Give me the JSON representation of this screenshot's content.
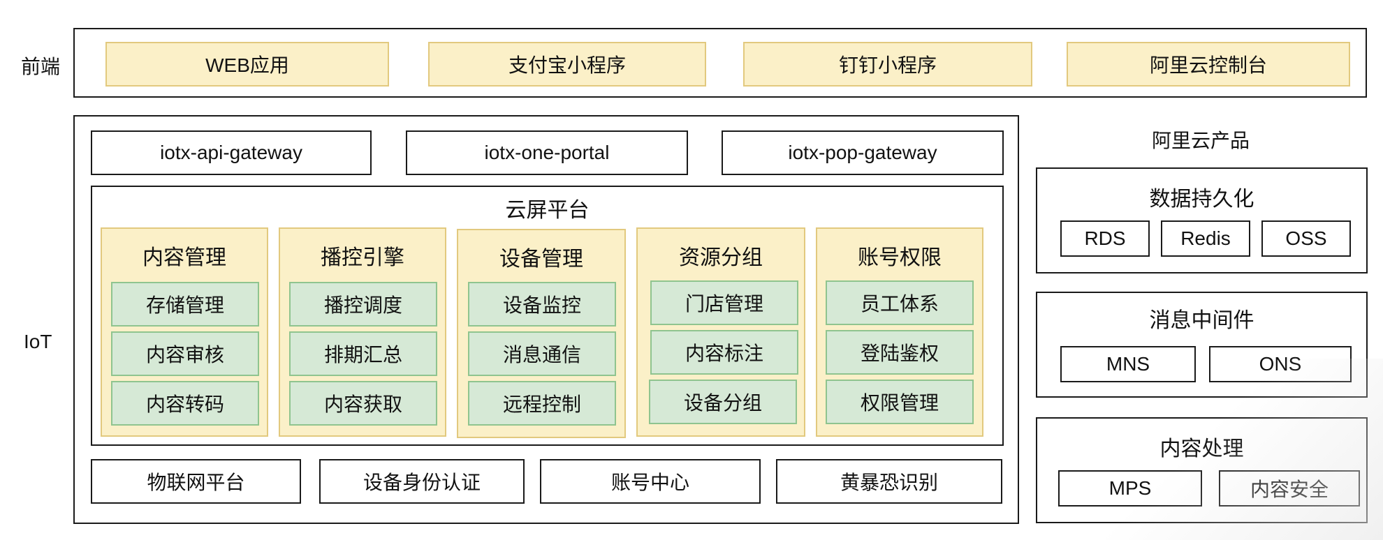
{
  "frontend": {
    "label": "前端",
    "items": [
      "WEB应用",
      "支付宝小程序",
      "钉钉小程序",
      "阿里云控制台"
    ]
  },
  "iot": {
    "label": "IoT",
    "gateways": [
      "iotx-api-gateway",
      "iotx-one-portal",
      "iotx-pop-gateway"
    ],
    "platform": {
      "title": "云屏平台",
      "modules": [
        {
          "title": "内容管理",
          "items": [
            "存储管理",
            "内容审核",
            "内容转码"
          ]
        },
        {
          "title": "播控引擎",
          "items": [
            "播控调度",
            "排期汇总",
            "内容获取"
          ]
        },
        {
          "title": "设备管理",
          "items": [
            "设备监控",
            "消息通信",
            "远程控制"
          ]
        },
        {
          "title": "资源分组",
          "items": [
            "门店管理",
            "内容标注",
            "设备分组"
          ]
        },
        {
          "title": "账号权限",
          "items": [
            "员工体系",
            "登陆鉴权",
            "权限管理"
          ]
        }
      ]
    },
    "base_services": [
      "物联网平台",
      "设备身份认证",
      "账号中心",
      "黄暴恐识别"
    ]
  },
  "aliyun": {
    "label": "阿里云产品",
    "groups": [
      {
        "title": "数据持久化",
        "items": [
          "RDS",
          "Redis",
          "OSS"
        ]
      },
      {
        "title": "消息中间件",
        "items": [
          "MNS",
          "ONS"
        ]
      },
      {
        "title": "内容处理",
        "items": [
          "MPS",
          "内容安全"
        ]
      }
    ]
  }
}
